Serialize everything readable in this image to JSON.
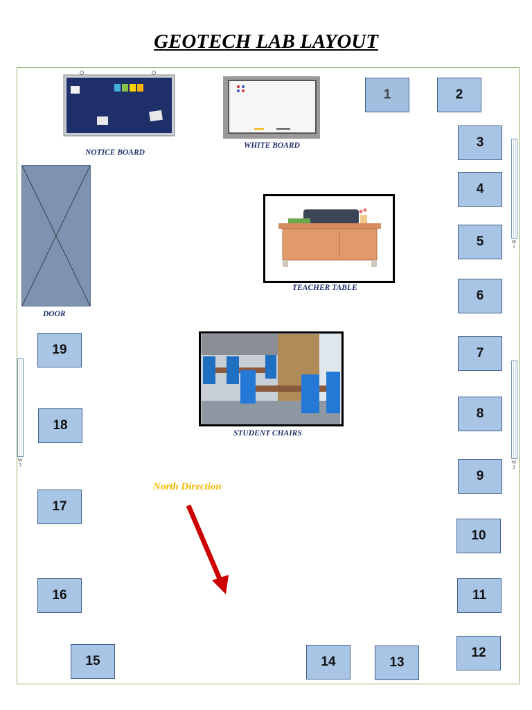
{
  "title": "GEOTECH LAB LAYOUT",
  "labels": {
    "notice_board": "NOTICE BOARD",
    "white_board": "WHITE BOARD",
    "door": "DOOR",
    "teacher_table": "TEACHER TABLE",
    "student_chairs": "STUDENT CHAIRS",
    "north_direction": "North Direction"
  },
  "stations": [
    "1",
    "2",
    "3",
    "4",
    "5",
    "6",
    "7",
    "8",
    "9",
    "10",
    "11",
    "12",
    "13",
    "14",
    "15",
    "16",
    "17",
    "18",
    "19"
  ],
  "windows": [
    {
      "label": "W",
      "sub": "1"
    },
    {
      "label": "W",
      "sub": "2"
    },
    {
      "label": "W",
      "sub": "3"
    }
  ],
  "colors": {
    "station_fill": "#a9c5e6",
    "room_border": "#8fb36a",
    "arrow": "#cc0000",
    "north_text": "#f5b800",
    "label_text": "#1f2f6a"
  }
}
